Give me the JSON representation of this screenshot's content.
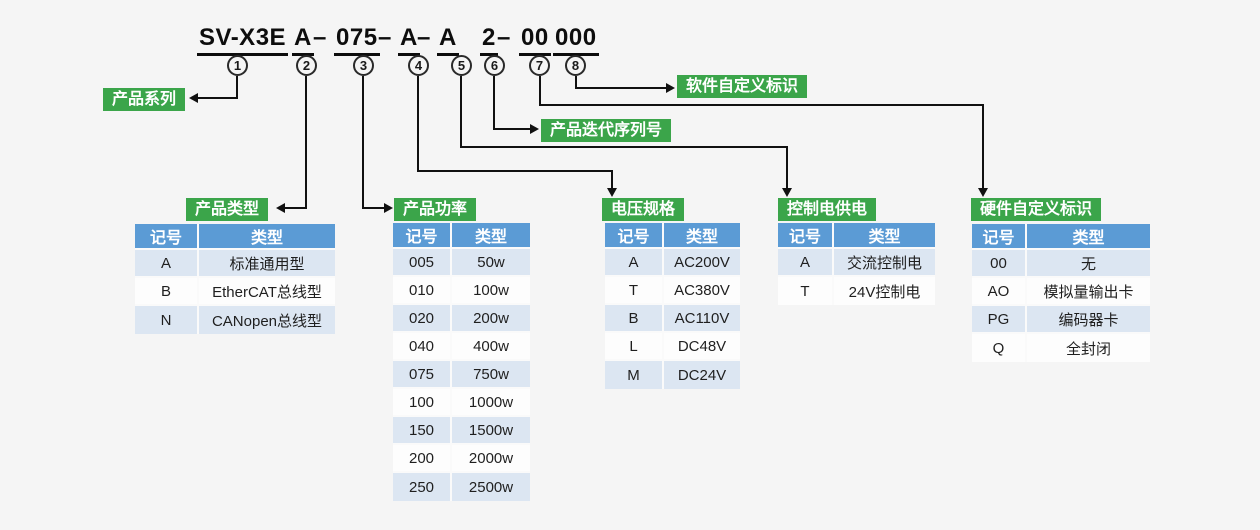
{
  "model_code": {
    "segments": [
      "SV-X3E",
      "A",
      "075",
      "A",
      "A",
      "2",
      "00",
      "000"
    ],
    "dash": "–"
  },
  "callouts": [
    "1",
    "2",
    "3",
    "4",
    "5",
    "6",
    "7",
    "8"
  ],
  "labels": {
    "product_series": "产品系列",
    "product_type": "产品类型",
    "product_power": "产品功率",
    "voltage_spec": "电压规格",
    "control_power": "控制电供电",
    "iteration_serial": "产品迭代序列号",
    "software_id": "软件自定义标识",
    "hardware_id": "硬件自定义标识"
  },
  "tables": {
    "product_type": {
      "headers": [
        "记号",
        "类型"
      ],
      "rows": [
        [
          "A",
          "标准通用型"
        ],
        [
          "B",
          "EtherCAT总线型"
        ],
        [
          "N",
          "CANopen总线型"
        ]
      ]
    },
    "product_power": {
      "headers": [
        "记号",
        "类型"
      ],
      "rows": [
        [
          "005",
          "50w"
        ],
        [
          "010",
          "100w"
        ],
        [
          "020",
          "200w"
        ],
        [
          "040",
          "400w"
        ],
        [
          "075",
          "750w"
        ],
        [
          "100",
          "1000w"
        ],
        [
          "150",
          "1500w"
        ],
        [
          "200",
          "2000w"
        ],
        [
          "250",
          "2500w"
        ]
      ]
    },
    "voltage_spec": {
      "headers": [
        "记号",
        "类型"
      ],
      "rows": [
        [
          "A",
          "AC200V"
        ],
        [
          "T",
          "AC380V"
        ],
        [
          "B",
          "AC110V"
        ],
        [
          "L",
          "DC48V"
        ],
        [
          "M",
          "DC24V"
        ]
      ]
    },
    "control_power": {
      "headers": [
        "记号",
        "类型"
      ],
      "rows": [
        [
          "A",
          "交流控制电"
        ],
        [
          "T",
          "24V控制电"
        ]
      ]
    },
    "hardware_id": {
      "headers": [
        "记号",
        "类型"
      ],
      "rows": [
        [
          "00",
          "无"
        ],
        [
          "AO",
          "模拟量输出卡"
        ],
        [
          "PG",
          "编码器卡"
        ],
        [
          "Q",
          "全封闭"
        ]
      ]
    }
  },
  "colors": {
    "label_green": "#3BA54A",
    "table_header_blue": "#5B9BD5",
    "row_stripe_blue": "#DCE6F2",
    "row_stripe_white": "#FDFDFD",
    "line_black": "#111111",
    "page_background": "#F5F5F5"
  }
}
